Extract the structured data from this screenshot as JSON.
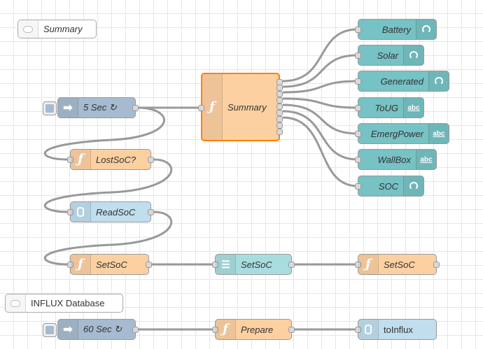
{
  "comments": {
    "summary": "Summary",
    "influx": "INFLUX Database"
  },
  "inject": {
    "five_sec": "5 Sec ↻",
    "sixty_sec": "60 Sec ↻"
  },
  "functions": {
    "summary": "Summary",
    "lost_soc": "LostSoC?",
    "set_soc_fn": "SetSoC",
    "set_soc_out": "SetSoC",
    "prepare": "Prepare"
  },
  "storage": {
    "read_soc": "ReadSoC",
    "to_influx": "toInflux"
  },
  "change": {
    "set_soc": "SetSoC"
  },
  "dashboard": {
    "battery": "Battery",
    "solar": "Solar",
    "generated": "Generated",
    "toug": "ToUG",
    "emerg_power": "EmergPower",
    "wallbox": "WallBox",
    "soc": "SOC"
  },
  "icons": {
    "function": "function-icon",
    "inject": "inject-arrow-icon",
    "gauge": "gauge-icon",
    "text": "abc-text-icon",
    "database": "database-icon",
    "change": "sliders-icon",
    "comment": "comment-bubble-icon"
  },
  "colors": {
    "function": "#fdd0a2",
    "inject": "#a6bbcf",
    "storage": "#c0deed",
    "change": "#a8dde0",
    "dashboard": "#76c2c4",
    "selected": "#ff7f0e"
  }
}
